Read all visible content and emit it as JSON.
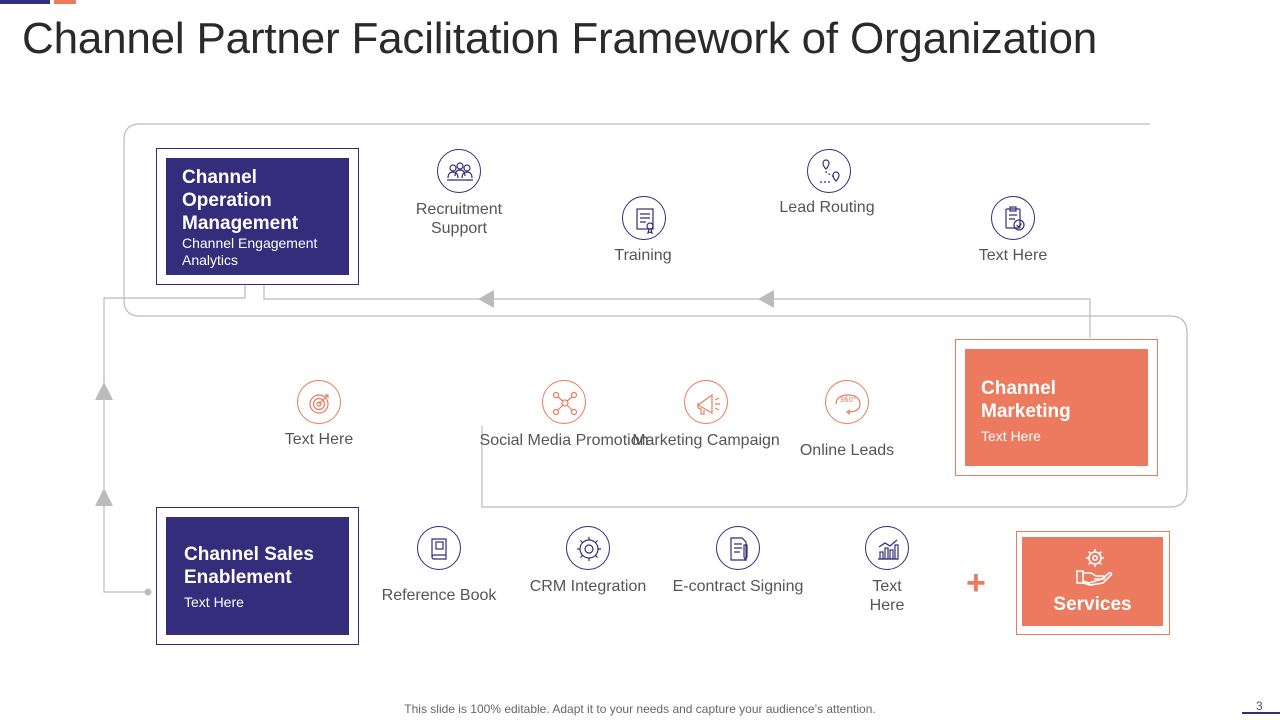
{
  "title": "Channel Partner Facilitation Framework of Organization",
  "footer": "This slide is 100% editable. Adapt it to your needs and capture your audience’s attention.",
  "page_number": "3",
  "colors": {
    "primary": "#332d7c",
    "accent": "#ec7a5e",
    "line": "#bbbbbb"
  },
  "boxes": {
    "operation": {
      "title": "Channel Operation Management",
      "subtitle": "Channel Engagement Analytics"
    },
    "marketing": {
      "title": "Channel Marketing",
      "subtitle": "Text Here"
    },
    "sales": {
      "title": "Channel Sales Enablement",
      "subtitle": "Text Here"
    },
    "services": {
      "title": "Services",
      "icon": "gear-hand-icon"
    }
  },
  "top_row": [
    {
      "label": "Recruitment Support",
      "icon": "people-icon"
    },
    {
      "label": "Training",
      "icon": "certificate-icon"
    },
    {
      "label": "Lead Routing",
      "icon": "route-icon"
    },
    {
      "label": "Text Here",
      "icon": "clipboard-check-icon"
    }
  ],
  "middle_row": [
    {
      "label": "Text Here",
      "icon": "target-icon"
    },
    {
      "label": "Social Media Promotion",
      "icon": "network-icon"
    },
    {
      "label": "Marketing Campaign",
      "icon": "megaphone-icon"
    },
    {
      "label": "Online Leads",
      "icon": "360-icon"
    }
  ],
  "bottom_row": [
    {
      "label": "Reference Book",
      "icon": "book-icon"
    },
    {
      "label": "CRM Integration",
      "icon": "crm-gear-icon"
    },
    {
      "label": "E-contract Signing",
      "icon": "document-pen-icon"
    },
    {
      "label": "Text Here",
      "icon": "bar-chart-icon"
    }
  ]
}
